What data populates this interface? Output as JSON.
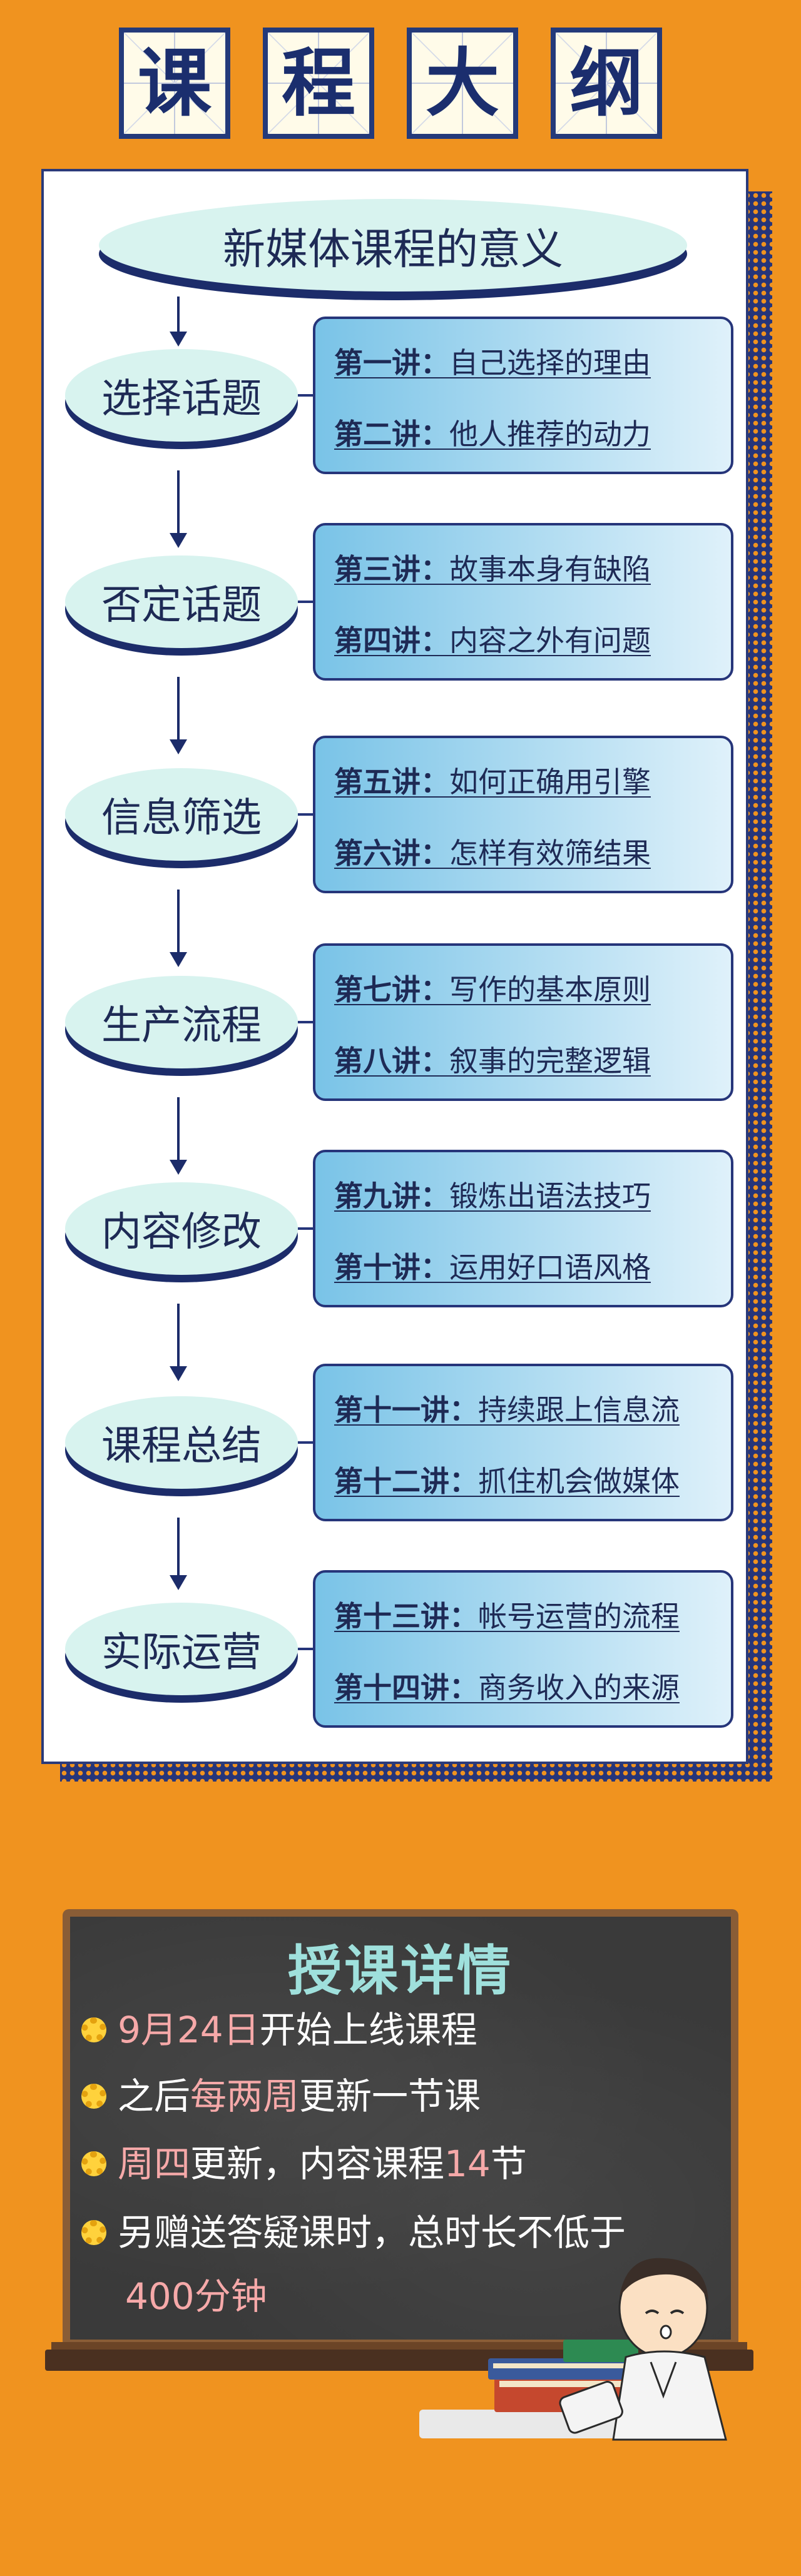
{
  "title_chars": [
    "课",
    "程",
    "大",
    "纲"
  ],
  "header": "新媒体课程的意义",
  "sections": [
    {
      "topic": "选择话题",
      "lectures": [
        {
          "num": "第一讲：",
          "text": "自己选择的理由"
        },
        {
          "num": "第二讲：",
          "text": "他人推荐的动力"
        }
      ]
    },
    {
      "topic": "否定话题",
      "lectures": [
        {
          "num": "第三讲：",
          "text": "故事本身有缺陷"
        },
        {
          "num": "第四讲：",
          "text": "内容之外有问题"
        }
      ]
    },
    {
      "topic": "信息筛选",
      "lectures": [
        {
          "num": "第五讲：",
          "text": "如何正确用引擎"
        },
        {
          "num": "第六讲：",
          "text": "怎样有效筛结果"
        }
      ]
    },
    {
      "topic": "生产流程",
      "lectures": [
        {
          "num": "第七讲：",
          "text": "写作的基本原则"
        },
        {
          "num": "第八讲：",
          "text": "叙事的完整逻辑"
        }
      ]
    },
    {
      "topic": "内容修改",
      "lectures": [
        {
          "num": "第九讲：",
          "text": "锻炼出语法技巧"
        },
        {
          "num": "第十讲：",
          "text": "运用好口语风格"
        }
      ]
    },
    {
      "topic": "课程总结",
      "lectures": [
        {
          "num": "第十一讲：",
          "text": "持续跟上信息流"
        },
        {
          "num": "第十二讲：",
          "text": "抓住机会做媒体"
        }
      ]
    },
    {
      "topic": "实际运营",
      "lectures": [
        {
          "num": "第十三讲：",
          "text": "帐号运营的流程"
        },
        {
          "num": "第十四讲：",
          "text": "商务收入的来源"
        }
      ]
    }
  ],
  "board": {
    "title": "授课详情",
    "items": [
      {
        "a": "9月24日",
        "b": "开始上线课程"
      },
      {
        "a": "之后",
        "b": "每两周",
        "c": "更新一节课"
      },
      {
        "a": "周四",
        "b": "更新，内容课程",
        "c": "14",
        "d": "节"
      },
      {
        "a": "另赠送答疑课时，总时长不低于"
      }
    ],
    "continuation": "400分钟"
  }
}
